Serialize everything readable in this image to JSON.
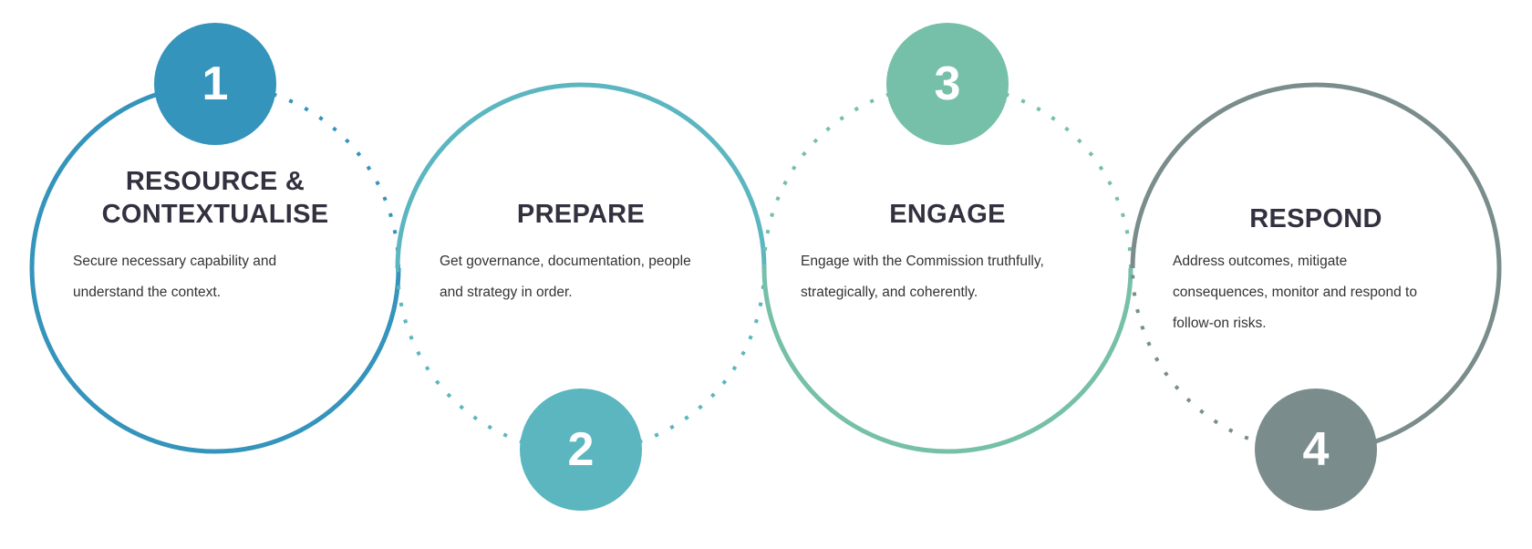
{
  "colors": {
    "step1": "#3594bb",
    "step2": "#5bb6c0",
    "step3": "#76bfa8",
    "step4": "#7a8c8c",
    "text": "#33313f"
  },
  "steps": [
    {
      "number": "1",
      "title_lines": [
        "RESOURCE &",
        "CONTEXTUALISE"
      ],
      "body_lines": [
        "Secure necessary capability and",
        "understand the context."
      ]
    },
    {
      "number": "2",
      "title_lines": [
        "PREPARE"
      ],
      "body_lines": [
        "Get governance, documentation, people",
        "and strategy in order."
      ]
    },
    {
      "number": "3",
      "title_lines": [
        "ENGAGE"
      ],
      "body_lines": [
        "Engage with the Commission truthfully,",
        "strategically, and coherently."
      ]
    },
    {
      "number": "4",
      "title_lines": [
        "RESPOND"
      ],
      "body_lines": [
        "Address outcomes, mitigate",
        "consequences, monitor and respond to",
        "follow-on risks."
      ]
    }
  ]
}
